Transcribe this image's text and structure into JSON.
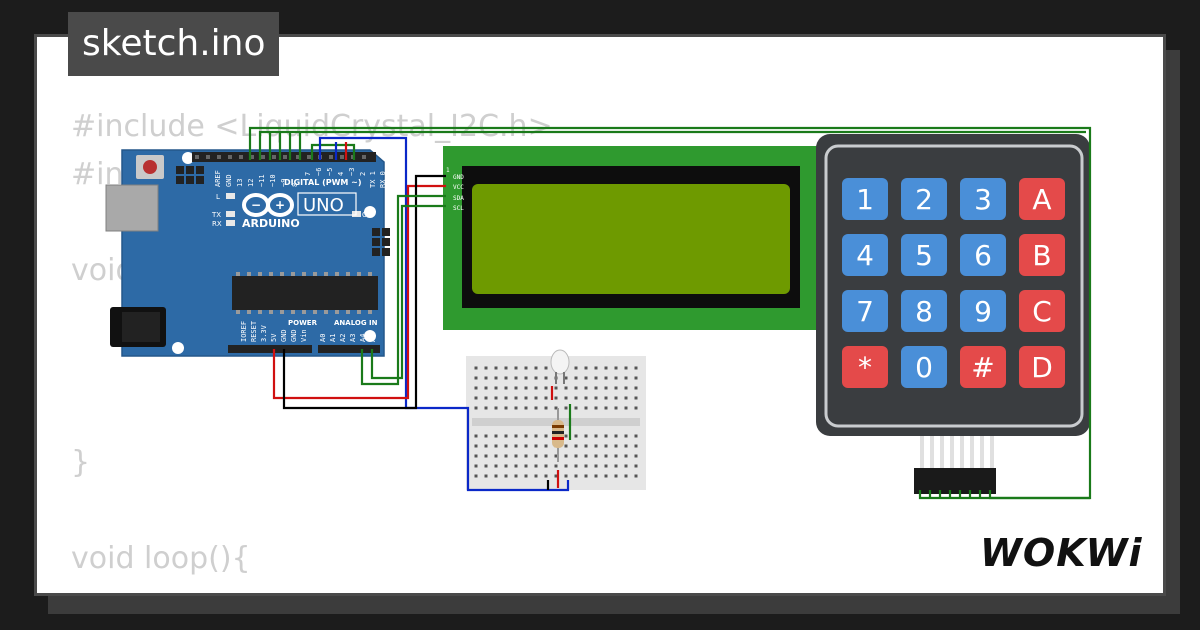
{
  "file_tab": {
    "label": "sketch.ino"
  },
  "code_lines": [
    "#include <LiquidCrystal_I2C.h>",
    "#include",
    "",
    "void",
    "",
    "",
    "}",
    "",
    "void loop(){"
  ],
  "arduino": {
    "brand": "ARDUINO",
    "model": "UNO",
    "digital_label": "DIGITAL (PWM ~)",
    "power_label": "POWER",
    "analog_label": "ANALOG IN",
    "on_label": "ON",
    "l_label": "L",
    "tx_label": "TX",
    "rx_label": "RX",
    "top_pins": [
      "AREF",
      "GND",
      "13",
      "12",
      "~11",
      "~10",
      "~9",
      "8",
      "7",
      "~6",
      "~5",
      "4",
      "~3",
      "2",
      "TX 1",
      "RX 0"
    ],
    "power_pins": [
      "IOREF",
      "RESET",
      "3.3V",
      "5V",
      "GND",
      "GND",
      "Vin"
    ],
    "analog_pins": [
      "A0",
      "A1",
      "A2",
      "A3",
      "A4",
      "A5"
    ]
  },
  "lcd": {
    "pins": [
      "GND",
      "VCC",
      "SDA",
      "SCL"
    ],
    "pin_one": "1"
  },
  "keypad": {
    "keys": [
      "1",
      "2",
      "3",
      "A",
      "4",
      "5",
      "6",
      "B",
      "7",
      "8",
      "9",
      "C",
      "*",
      "0",
      "#",
      "D"
    ]
  },
  "logo": {
    "text": "WOKWi"
  },
  "colors": {
    "board": "#2d6aa6",
    "lcd_frame": "#2f9a2f",
    "lcd_screen": "#6e9a00",
    "key_blue": "#4a8fd8",
    "key_red": "#e44a4a",
    "wire_green": "#1a7a1a",
    "wire_red": "#d01010",
    "wire_blue": "#0a28c8",
    "wire_black": "#000000"
  }
}
